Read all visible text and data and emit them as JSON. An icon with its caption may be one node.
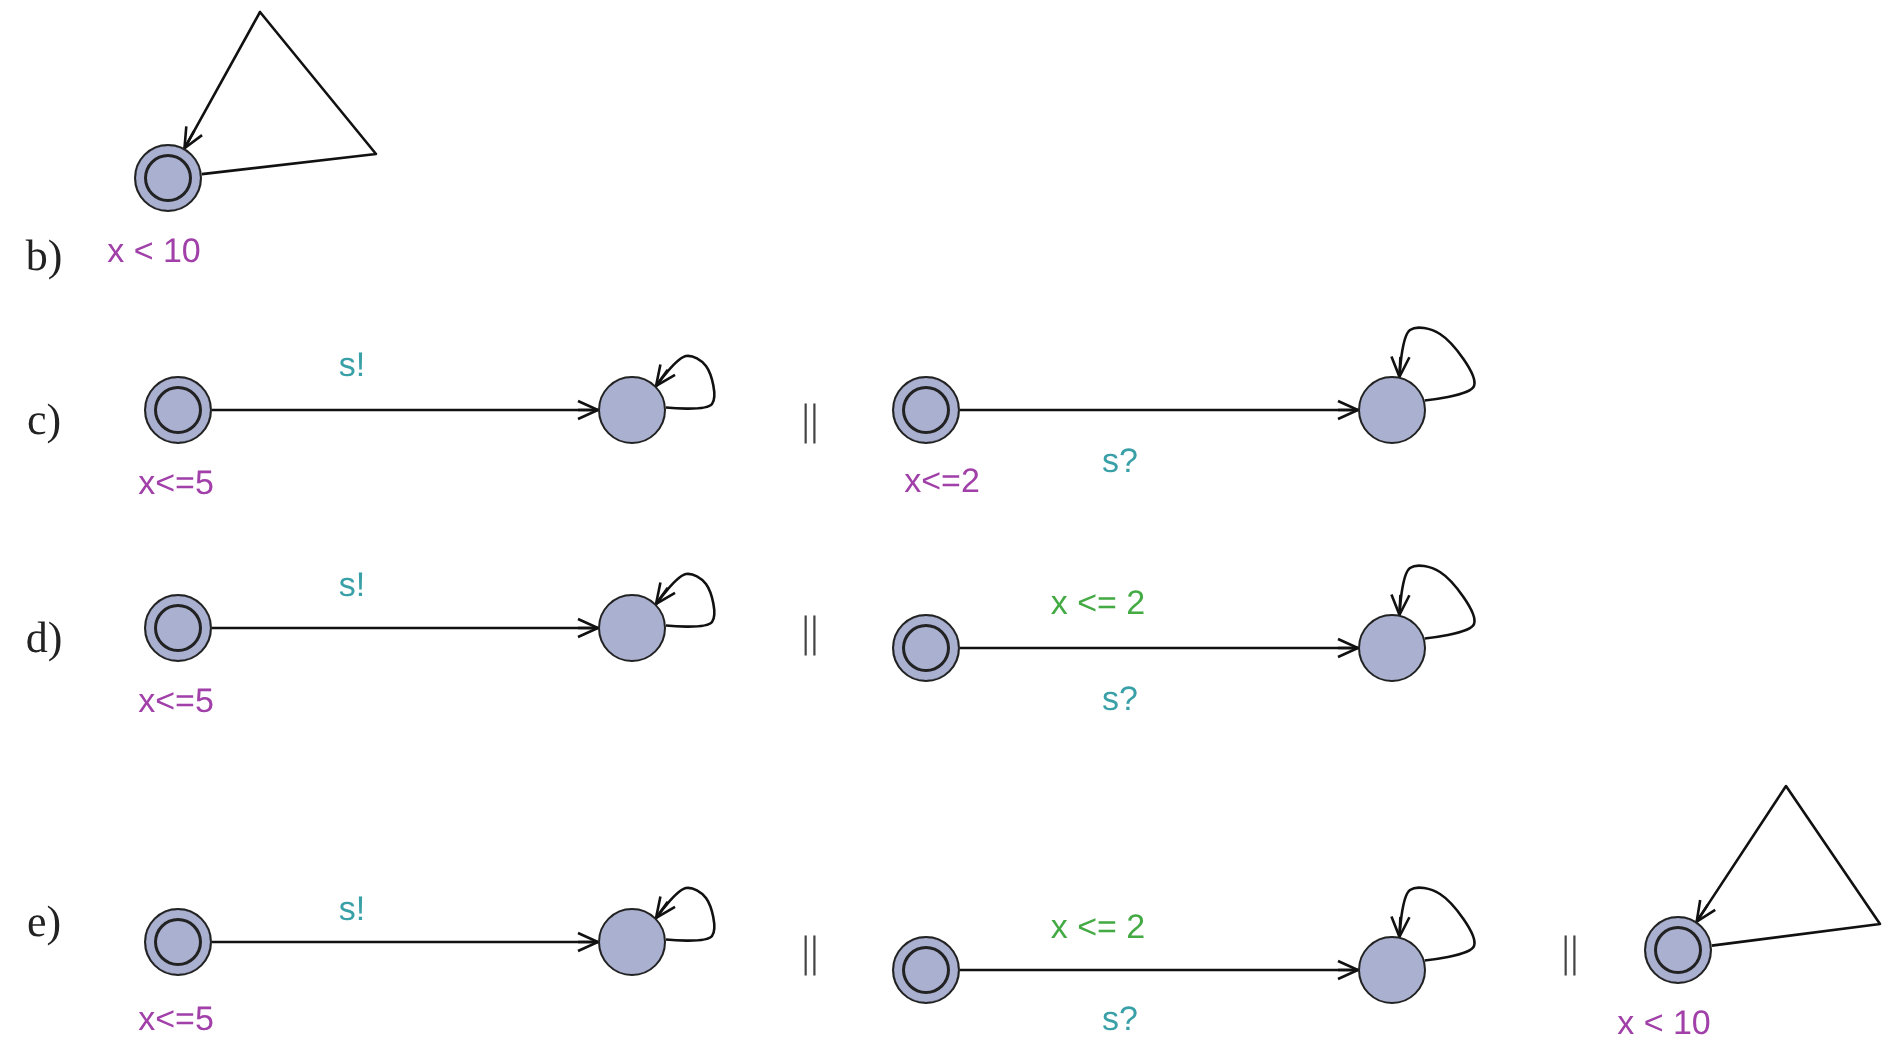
{
  "diagram": {
    "nodes": [
      {
        "text": [],
        "shape": "circle",
        "beside": [
          "x < 10"
        ]
      },
      {
        "text": [],
        "shape": "circle",
        "beside": [
          "x<=5"
        ]
      },
      {
        "text": [],
        "shape": "circle"
      },
      {
        "text": [],
        "shape": "circle",
        "beside": [
          "x<=2"
        ]
      },
      {
        "text": [],
        "shape": "circle"
      },
      {
        "text": [],
        "shape": "circle",
        "beside": [
          "x<=5"
        ]
      },
      {
        "text": [],
        "shape": "circle"
      },
      {
        "text": [],
        "shape": "circle"
      },
      {
        "text": [],
        "shape": "circle"
      },
      {
        "text": [],
        "shape": "circle",
        "beside": [
          "x<=5"
        ]
      },
      {
        "text": [],
        "shape": "circle"
      },
      {
        "text": [],
        "shape": "circle"
      },
      {
        "text": [],
        "shape": "circle"
      },
      {
        "text": [],
        "shape": "circle",
        "beside": [
          "x < 10"
        ]
      }
    ],
    "edges": [
      {
        "from": 0,
        "to": 0,
        "arrow": "to"
      },
      {
        "from": 1,
        "to": 2,
        "arrow": "to",
        "label": "s!"
      },
      {
        "from": 2,
        "to": 2,
        "arrow": "to"
      },
      {
        "from": 3,
        "to": 4,
        "arrow": "to",
        "label": "s?"
      },
      {
        "from": 4,
        "to": 4,
        "arrow": "to"
      },
      {
        "from": 5,
        "to": 6,
        "arrow": "to",
        "label": "s!"
      },
      {
        "from": 6,
        "to": 6,
        "arrow": "to"
      },
      {
        "from": 7,
        "to": 8,
        "arrow": "to",
        "label": "x <= 2"
      },
      {
        "from": 8,
        "to": 8,
        "arrow": "to"
      },
      {
        "from": 9,
        "to": 10,
        "arrow": "to",
        "label": "s!"
      },
      {
        "from": 10,
        "to": 10,
        "arrow": "to"
      },
      {
        "from": 11,
        "to": 12,
        "arrow": "to",
        "label": "x <= 2"
      },
      {
        "from": 12,
        "to": 12,
        "arrow": "to"
      },
      {
        "from": 13,
        "to": 13,
        "arrow": "to"
      }
    ],
    "labels": [
      "b)",
      "c)",
      "||",
      "d)",
      "||",
      "s?",
      "e)",
      "||",
      "||",
      "s?"
    ]
  }
}
